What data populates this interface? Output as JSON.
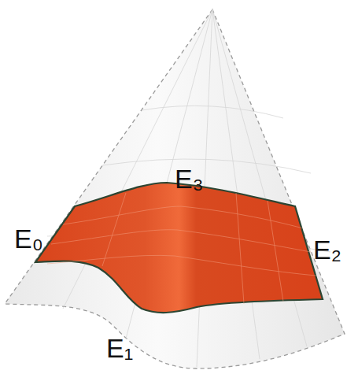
{
  "diagram": {
    "labels": [
      "E₀",
      "E₁",
      "E₂",
      "E₃"
    ]
  }
}
